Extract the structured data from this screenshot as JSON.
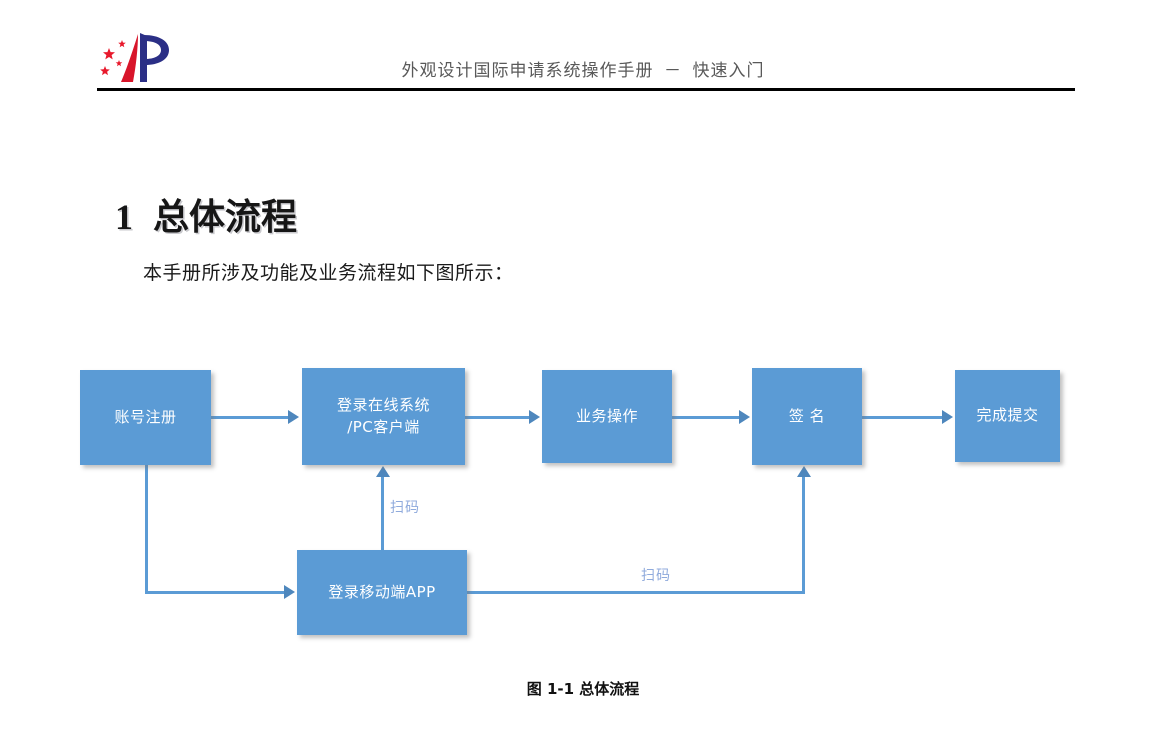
{
  "header": {
    "logo_name": "cnipa-logo",
    "title": "外观设计国际申请系统操作手册  －  快速入门",
    "logo_colors": {
      "star_red": "#E8192C",
      "swoosh_red": "#D8152A",
      "letter_blue": "#2B2F86"
    }
  },
  "section": {
    "number": "1",
    "title": "总体流程"
  },
  "body": {
    "paragraph": "本手册所涉及功能及业务流程如下图所示："
  },
  "flowchart": {
    "node_fill": "#5B9BD5",
    "line_color": "#5B9BD5",
    "arrow_color": "#4E87BD",
    "label_color": "#8FAADC",
    "nodes": [
      {
        "id": "register",
        "label": "账号注册"
      },
      {
        "id": "login",
        "label": "登录在线系统\n/PC客户端"
      },
      {
        "id": "business",
        "label": "业务操作"
      },
      {
        "id": "sign",
        "label": "签 名"
      },
      {
        "id": "submit",
        "label": "完成提交"
      },
      {
        "id": "app",
        "label": "登录移动端APP"
      }
    ],
    "edges": [
      {
        "from": "register",
        "to": "login",
        "label": ""
      },
      {
        "from": "login",
        "to": "business",
        "label": ""
      },
      {
        "from": "business",
        "to": "sign",
        "label": ""
      },
      {
        "from": "sign",
        "to": "submit",
        "label": ""
      },
      {
        "from": "register",
        "to": "app",
        "label": ""
      },
      {
        "from": "app",
        "to": "login",
        "label": "扫码"
      },
      {
        "from": "app",
        "to": "sign",
        "label": "扫码"
      }
    ],
    "labels": {
      "scan_to_login": "扫码",
      "scan_to_sign": "扫码"
    }
  },
  "figure": {
    "caption": "图 1-1 总体流程"
  }
}
